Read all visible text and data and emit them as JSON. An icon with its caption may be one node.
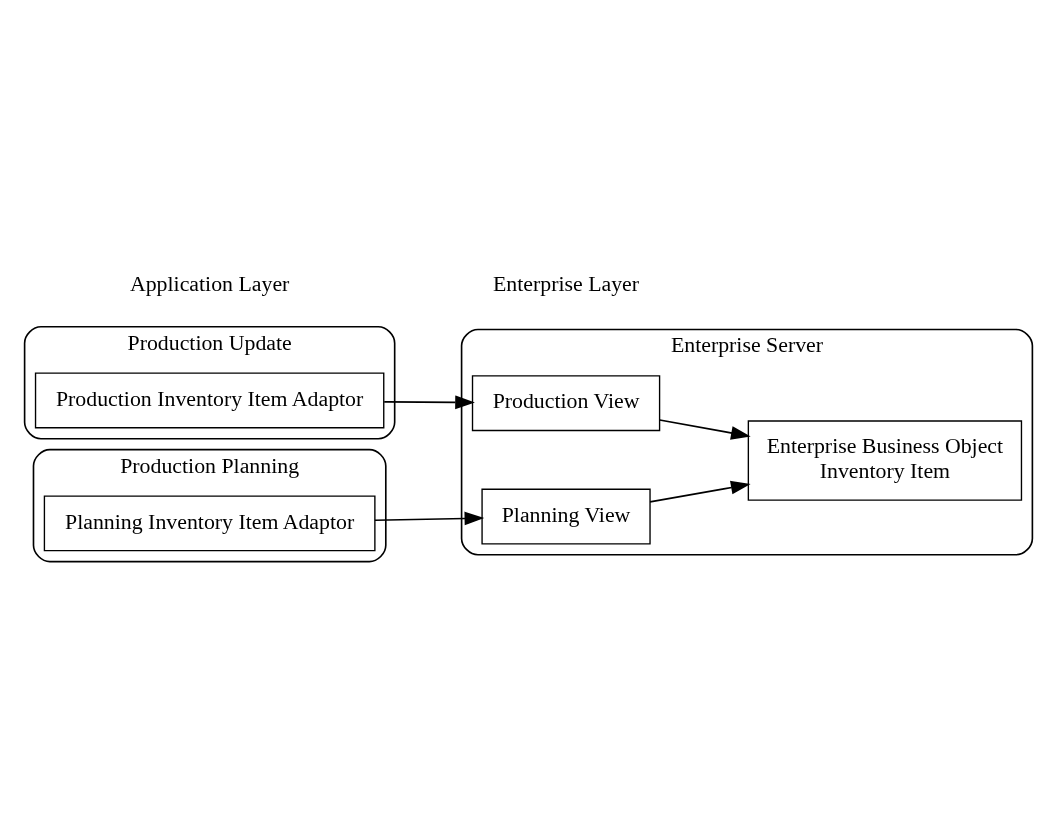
{
  "diagram": {
    "nodes": [
      {
        "text": [
          "Production Update"
        ]
      },
      {
        "text": [
          "Production Inventory Item Adaptor"
        ],
        "in": 0
      },
      {
        "text": [
          "Production Planning"
        ]
      },
      {
        "text": [
          "Planning Inventory Item Adaptor"
        ],
        "in": 2
      },
      {
        "text": [
          "Enterprise Server"
        ]
      },
      {
        "text": [
          "Production View"
        ],
        "in": 4
      },
      {
        "text": [
          "Planning View"
        ],
        "in": 4
      },
      {
        "text": [
          "Enterprise Business Object",
          "Inventory Item"
        ],
        "in": 4
      }
    ],
    "edges": [
      {
        "from": 1,
        "to": 5,
        "arrow": "to"
      },
      {
        "from": 3,
        "to": 6,
        "arrow": "to"
      },
      {
        "from": 5,
        "to": 7,
        "arrow": "to"
      },
      {
        "from": 6,
        "to": 7,
        "arrow": "to"
      }
    ],
    "labels": [
      "Application Layer",
      "Enterprise Layer"
    ]
  }
}
